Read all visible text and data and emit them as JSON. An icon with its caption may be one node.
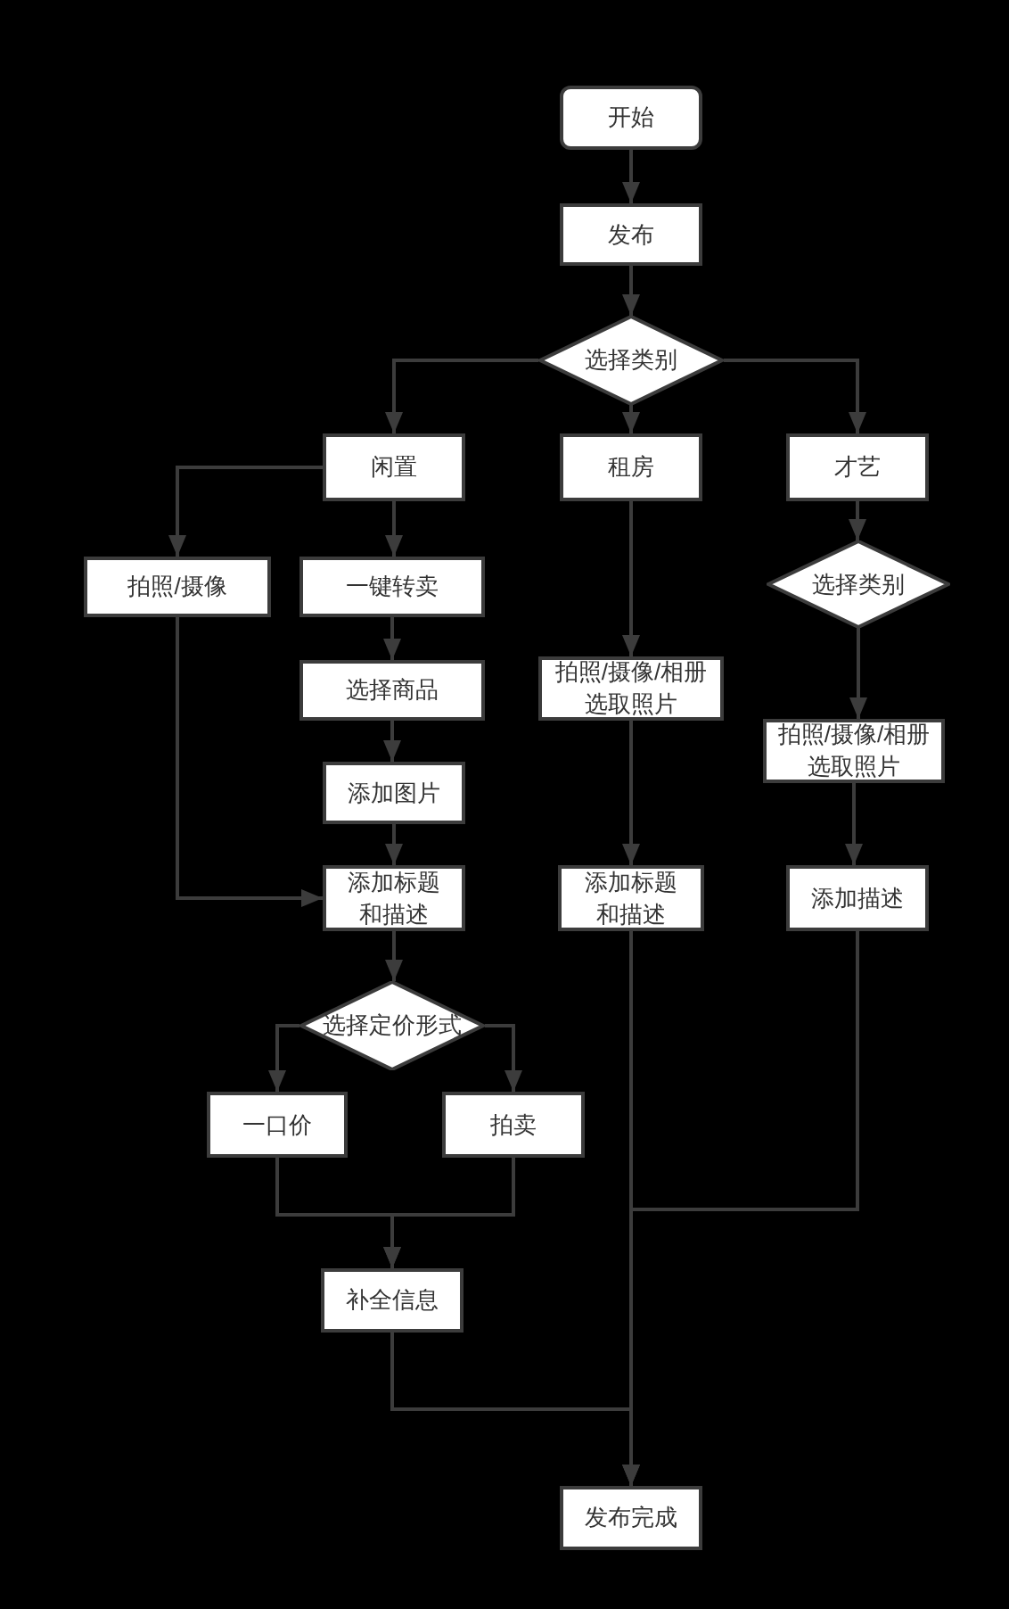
{
  "diagram": {
    "nodes": [
      {
        "text": [
          "开始"
        ]
      },
      {
        "text": [
          "发布"
        ]
      },
      {
        "text": [
          "选择类别"
        ]
      },
      {
        "text": [
          "闲置"
        ]
      },
      {
        "text": [
          "租房"
        ]
      },
      {
        "text": [
          "才艺"
        ]
      },
      {
        "text": [
          "拍照/摄像"
        ]
      },
      {
        "text": [
          "一键转卖"
        ]
      },
      {
        "text": [
          "选择商品"
        ]
      },
      {
        "text": [
          "添加图片"
        ]
      },
      {
        "text": [
          "添加标题和描述"
        ]
      },
      {
        "text": [
          "拍照/摄像/相册选取照片"
        ]
      },
      {
        "text": [
          "添加标题和描述"
        ]
      },
      {
        "text": [
          "选择类别"
        ]
      },
      {
        "text": [
          "拍照/摄像/相册选取照片"
        ]
      },
      {
        "text": [
          "添加描述"
        ]
      },
      {
        "text": [
          "选择定价形式"
        ]
      },
      {
        "text": [
          "一口价"
        ]
      },
      {
        "text": [
          "拍卖"
        ]
      },
      {
        "text": [
          "补全信息"
        ]
      },
      {
        "text": [
          "发布完成"
        ]
      }
    ],
    "edges": [
      {
        "from": 0,
        "to": 1,
        "arrow": "to"
      },
      {
        "from": 1,
        "to": 2,
        "arrow": "to"
      },
      {
        "from": 2,
        "to": 3,
        "arrow": "to"
      },
      {
        "from": 2,
        "to": 4,
        "arrow": "to"
      },
      {
        "from": 2,
        "to": 5,
        "arrow": "to"
      },
      {
        "from": 3,
        "to": 6,
        "arrow": "to"
      },
      {
        "from": 3,
        "to": 7,
        "arrow": "to"
      },
      {
        "from": 7,
        "to": 8,
        "arrow": "to"
      },
      {
        "from": 8,
        "to": 9,
        "arrow": "to"
      },
      {
        "from": 9,
        "to": 10,
        "arrow": "to"
      },
      {
        "from": 6,
        "to": 10,
        "arrow": "to"
      },
      {
        "from": 4,
        "to": 11,
        "arrow": "to"
      },
      {
        "from": 11,
        "to": 12,
        "arrow": "to"
      },
      {
        "from": 5,
        "to": 13,
        "arrow": "to"
      },
      {
        "from": 13,
        "to": 14,
        "arrow": "to"
      },
      {
        "from": 14,
        "to": 15,
        "arrow": "to"
      },
      {
        "from": 10,
        "to": 16,
        "arrow": "to"
      },
      {
        "from": 16,
        "to": 17,
        "arrow": "to"
      },
      {
        "from": 16,
        "to": 18,
        "arrow": "to"
      },
      {
        "from": 17,
        "to": 19,
        "arrow": "to"
      },
      {
        "from": 18,
        "to": 19,
        "arrow": "to"
      },
      {
        "from": 19,
        "to": 20,
        "arrow": "to"
      },
      {
        "from": 12,
        "to": 20,
        "arrow": "to"
      },
      {
        "from": 15,
        "to": 20,
        "arrow": "to"
      }
    ]
  }
}
